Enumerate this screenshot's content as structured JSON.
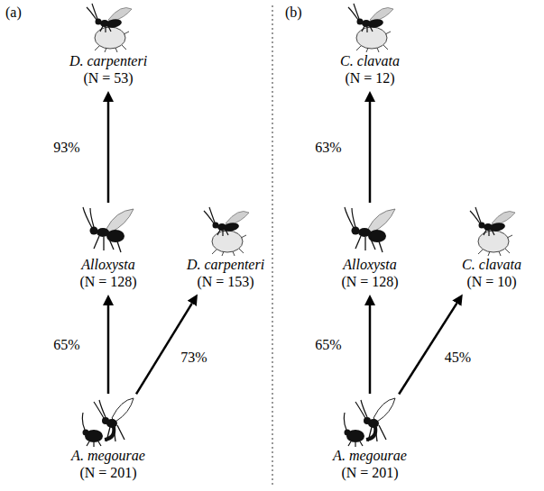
{
  "diagram": {
    "nodes": [
      {
        "text": [
          "D. carpenteri",
          "(N = 53)"
        ]
      },
      {
        "text": [
          "Alloxysta",
          "(N = 128)"
        ]
      },
      {
        "text": [
          "D. carpenteri",
          "(N = 153)"
        ]
      },
      {
        "text": [
          "A. megourae",
          "(N = 201)"
        ]
      },
      {
        "text": [
          "C. clavata",
          "(N = 12)"
        ]
      },
      {
        "text": [
          "Alloxysta",
          "(N = 128)"
        ]
      },
      {
        "text": [
          "C. clavata",
          "(N = 10)"
        ]
      },
      {
        "text": [
          "A. megourae",
          "(N = 201)"
        ]
      }
    ],
    "edges": [
      {
        "from": 3,
        "to": 1,
        "arrow": "to",
        "label": "65%"
      },
      {
        "from": 1,
        "to": 0,
        "arrow": "to",
        "label": "93%"
      },
      {
        "from": 3,
        "to": 2,
        "arrow": "to",
        "label": "73%"
      },
      {
        "from": 7,
        "to": 5,
        "arrow": "to",
        "label": "65%"
      },
      {
        "from": 5,
        "to": 4,
        "arrow": "to",
        "label": "63%"
      },
      {
        "from": 7,
        "to": 6,
        "arrow": "to",
        "label": "45%"
      }
    ],
    "labels": [
      "(a)",
      "(b)"
    ]
  }
}
